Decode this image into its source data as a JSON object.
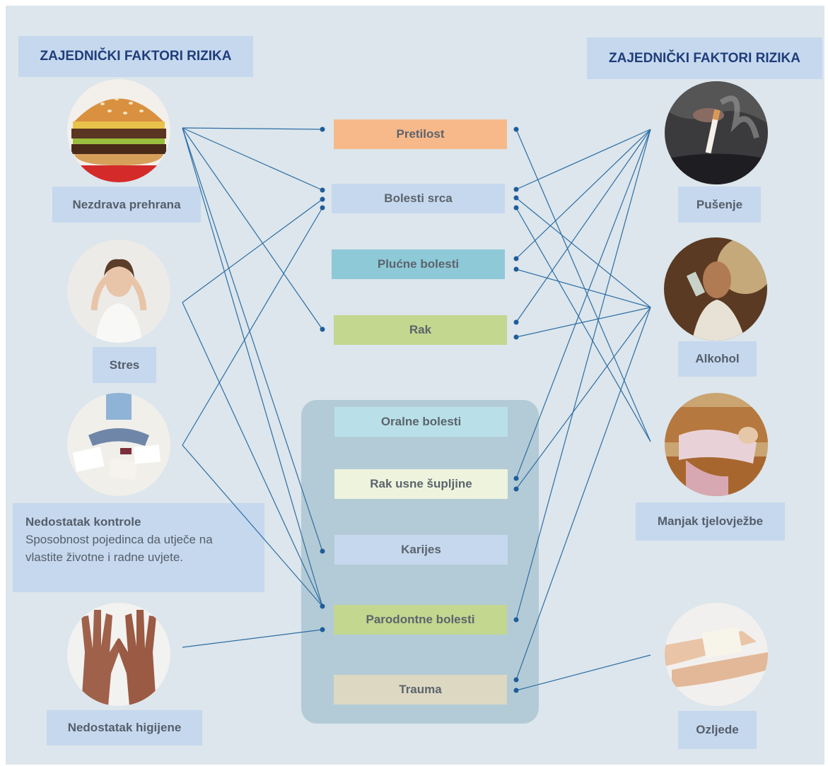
{
  "headers": {
    "left": "ZAJEDNIČKI FAKTORI RIZIKA",
    "right": "ZAJEDNIČKI FAKTORI RIZIKA"
  },
  "left_factors": {
    "diet": "Nezdrava prehrana",
    "stress": "Stres",
    "control_title": "Nedostatak kontrole",
    "control_desc": "Sposobnost pojedinca da utječe na vlastite životne i radne uvjete.",
    "hygiene": "Nedostatak higijene"
  },
  "right_factors": {
    "smoking": "Pušenje",
    "alcohol": "Alkohol",
    "inactivity": "Manjak tjelovježbe",
    "injury": "Ozljede"
  },
  "diseases": {
    "obesity": "Pretilost",
    "heart": "Bolesti srca",
    "lung": "Plućne bolesti",
    "cancer": "Rak",
    "oral": "Oralne bolesti",
    "oral_cancer": "Rak usne šupljine",
    "caries": "Karijes",
    "periodontal": "Parodontne bolesti",
    "trauma": "Trauma"
  },
  "colors": {
    "background": "#dce6ec",
    "label_box": "#c6d8ee",
    "header_text": "#1f3d7a",
    "line": "#2e6da4",
    "pretilost": "#f8b98a",
    "bolesti_srca": "#c6d8ee",
    "plucne": "#8ec9d8",
    "rak": "#c3d78f",
    "oralne": "#b9e0e8",
    "rak_usne": "#edf3dd",
    "karijes": "#c6d8ee",
    "parodontne": "#c3d78f",
    "trauma": "#ddd8c2",
    "oral_panel": "#b3cbd6"
  },
  "icons": [
    "burger-photo",
    "stressed-woman-photo",
    "papers-photo",
    "dirty-hands-photo",
    "smoking-photo",
    "drinking-man-photo",
    "sleeping-couch-photo",
    "bandaged-arm-photo"
  ]
}
